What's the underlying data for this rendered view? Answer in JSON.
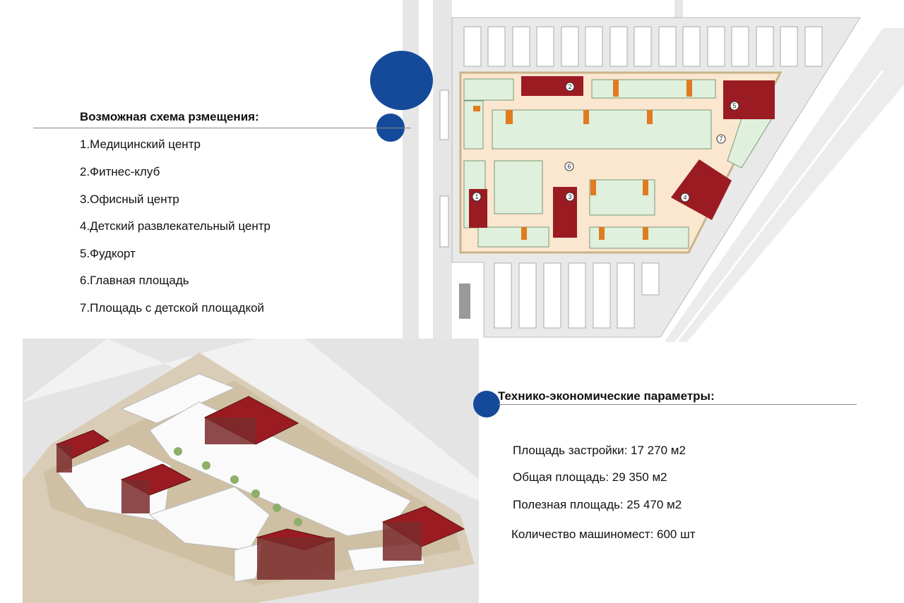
{
  "layout_section": {
    "title": "Возможная схема рзмещения:",
    "items": [
      "1.Медицинский центр",
      "2.Фитнес-клуб",
      "3.Офисный центр",
      "4.Детский развлекательный центр",
      "5.Фудкорт",
      "6.Главная площадь",
      "7.Площадь с детской площадкой"
    ]
  },
  "params_section": {
    "title": "Технико-экономические параметры:",
    "items": [
      "Площадь застройки: 17 270 м2",
      "Общая площадь: 29 350 м2",
      "Полезная площадь: 25 470 м2",
      "Количество машиномест: 600 шт"
    ]
  },
  "plan_labels": [
    "1",
    "2",
    "3",
    "4",
    "5",
    "6",
    "7"
  ],
  "colors": {
    "accent": "#154a9a",
    "building_red": "#9b1b22",
    "shop_green": "#dff0dc",
    "plaza": "#fbe6cf",
    "orange": "#e07b20"
  }
}
